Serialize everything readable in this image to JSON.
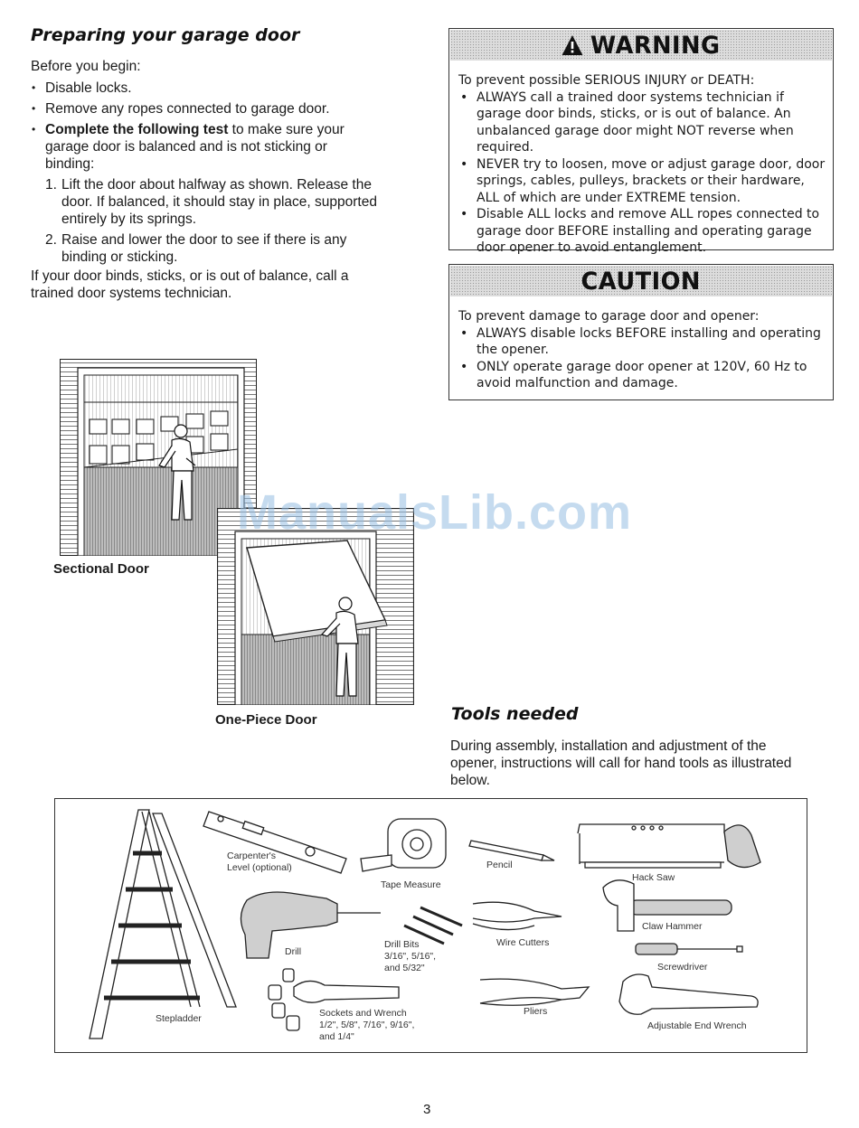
{
  "prep": {
    "title": "Preparing your garage door",
    "intro": "Before you begin:",
    "bullet1": "Disable locks.",
    "bullet2": "Remove any ropes connected to garage door.",
    "bullet3_bold": "Complete the following test",
    "bullet3_rest": " to make sure your garage door is balanced and is not sticking or binding:",
    "step1_num": "1.",
    "step1": "Lift the door about halfway as shown. Release the door. If balanced, it should stay in place, supported entirely by its springs.",
    "step2_num": "2.",
    "step2": "Raise and lower the door to see if there is any binding or sticking.",
    "closing": "If your door binds, sticks, or is out of balance, call a trained door systems technician."
  },
  "warning": {
    "title": "WARNING",
    "intro": "To prevent possible SERIOUS INJURY or DEATH:",
    "items": [
      "ALWAYS call a trained door systems technician if garage door binds, sticks, or is out of balance. An unbalanced garage door might NOT reverse when required.",
      "NEVER try to loosen, move or adjust garage door, door springs, cables, pulleys, brackets or their hardware, ALL of which are under EXTREME tension.",
      "Disable ALL locks and remove ALL ropes connected to garage door BEFORE installing and operating garage door opener to avoid entanglement."
    ]
  },
  "caution": {
    "title": "CAUTION",
    "intro": "To prevent damage to garage door and opener:",
    "items": [
      "ALWAYS disable locks BEFORE installing and operating the opener.",
      "ONLY operate garage door opener at 120V, 60 Hz to avoid malfunction and damage."
    ]
  },
  "figures": {
    "sectional": "Sectional Door",
    "onepiece": "One-Piece Door"
  },
  "watermark": "ManualsLib.com",
  "tools": {
    "title": "Tools needed",
    "intro": "During assembly, installation and adjustment of the opener, instructions will call for hand tools as illustrated below.",
    "stepladder": "Stepladder",
    "level_1": "Carpenter's",
    "level_2": "Level (optional)",
    "tape": "Tape Measure",
    "pencil": "Pencil",
    "hacksaw": "Hack Saw",
    "drill": "Drill",
    "bits_1": "Drill Bits",
    "bits_2": "3/16\", 5/16\",",
    "bits_3": "and 5/32\"",
    "cutters": "Wire Cutters",
    "hammer": "Claw Hammer",
    "screwdriver": "Screwdriver",
    "sockets_1": "Sockets and Wrench",
    "sockets_2": "1/2\", 5/8\", 7/16\", 9/16\",",
    "sockets_3": "and 1/4\"",
    "pliers": "Pliers",
    "adjwrench": "Adjustable End Wrench"
  },
  "page_number": "3"
}
